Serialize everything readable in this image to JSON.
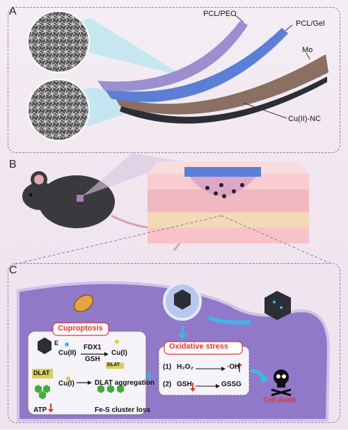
{
  "panels": {
    "a": "A",
    "b": "B",
    "c": "C"
  },
  "layers": {
    "pcl_peo": "PCL/PEO",
    "pcl_gel": "PCL/Gel",
    "mo": "Mo",
    "cu_nc": "Cu(II)-NC"
  },
  "cuproptosis": {
    "title": "Cuproptosis",
    "e": "E",
    "cu2": "Cu(II)",
    "fdx1": "FDX1",
    "gsh": "GSH",
    "cu1_a": "Cu(I)",
    "dlat": "DLAT",
    "cu1_b": "Cu(I)",
    "dlat_agg": "DLAT aggregation",
    "dlat_tag": "DLAT",
    "atp": "ATP",
    "fes": "Fe-S cluster loss"
  },
  "oxidative": {
    "title": "Oxidative stress",
    "l1_num": "(1)",
    "l1_h2o2": "H₂O₂",
    "l1_oh": "·OH",
    "l2_num": "(2)",
    "l2_gsh": "GSH",
    "l2_gssg": "GSSG"
  },
  "cell_death": "Cell death",
  "colors": {
    "pcl_peo": "#9b8fd0",
    "pcl_gel": "#5b7fd6",
    "mo": "#8a6f62",
    "nc": "#2b2e35",
    "title_red": "#e03434",
    "cell": "#8f79c8",
    "accent_cyan": "#3fb6e8",
    "hex_green": "#3fae3a"
  }
}
